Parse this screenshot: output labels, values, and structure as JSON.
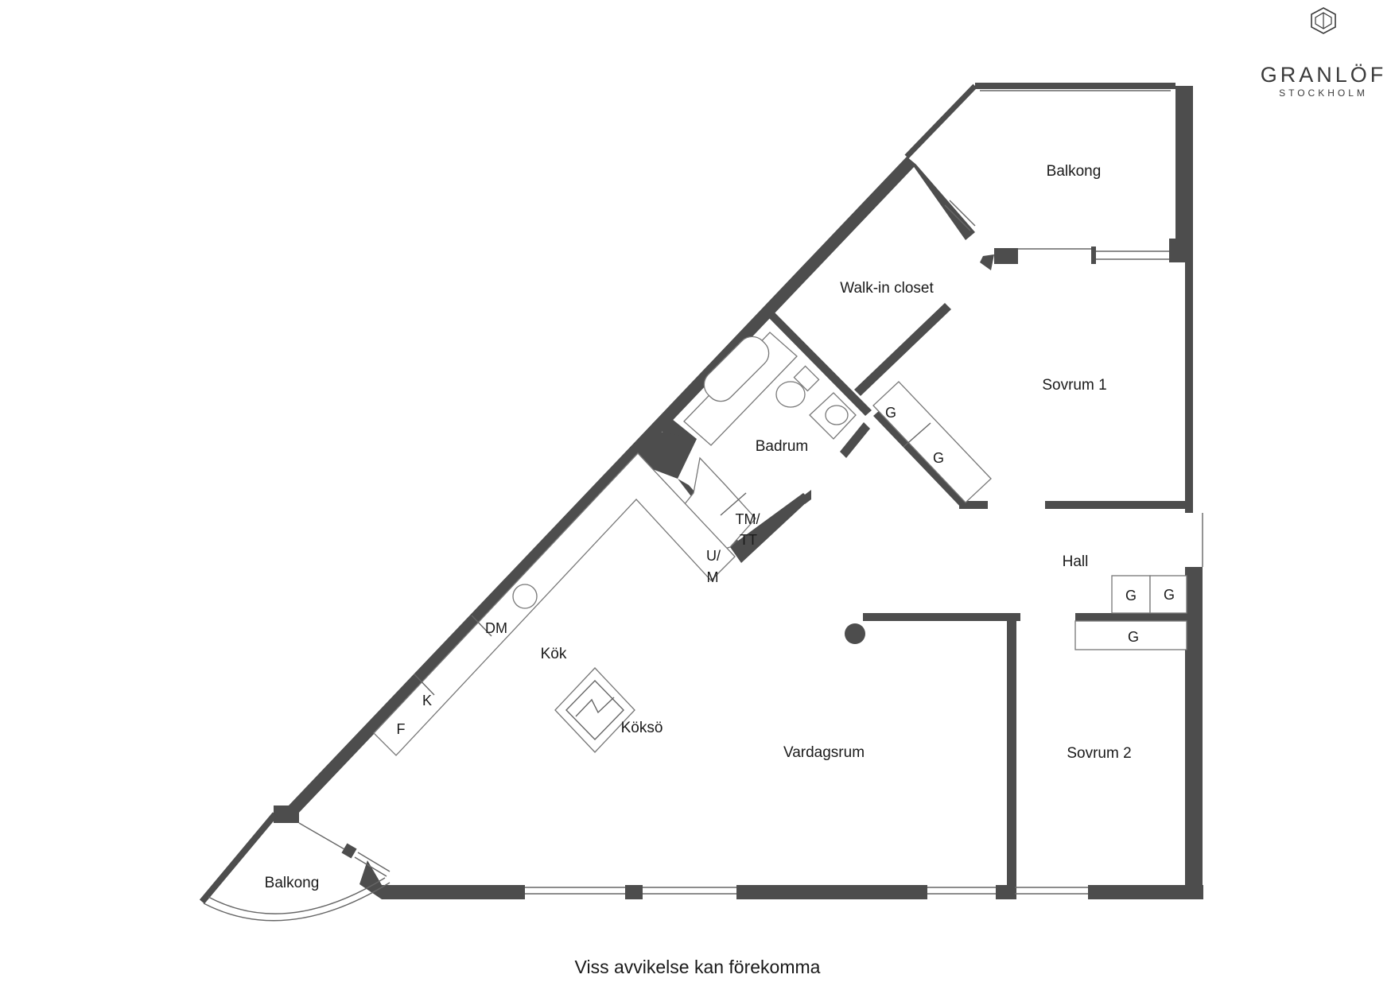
{
  "brand": {
    "name": "GRANLÖF",
    "city": "STOCKHOLM"
  },
  "rooms": {
    "balkong_top": "Balkong",
    "walk_in_closet": "Walk-in closet",
    "sovrum_1": "Sovrum 1",
    "badrum": "Badrum",
    "hall": "Hall",
    "kok": "Kök",
    "koksö": "Köksö",
    "vardagsrum": "Vardagsrum",
    "sovrum_2": "Sovrum 2",
    "balkong_bottom": "Balkong"
  },
  "fixtures": {
    "wardrobe_a": "G",
    "wardrobe_b": "G",
    "wardrobe_c": "G",
    "wardrobe_d": "G",
    "wardrobe_e": "G",
    "tm_tt_1": "TM/",
    "tm_tt_2": "TT",
    "u_m_1": "U/",
    "u_m_2": "M",
    "dm": "DM",
    "k": "K",
    "f": "F"
  },
  "disclaimer": "Viss avvikelse kan förekomma"
}
